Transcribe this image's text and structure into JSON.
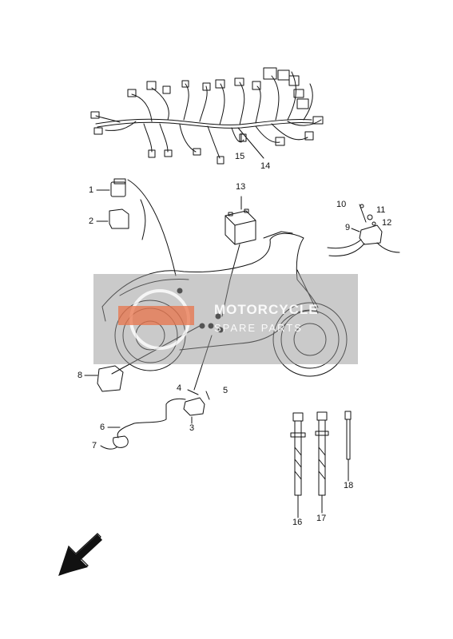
{
  "callouts": {
    "c1": "1",
    "c2": "2",
    "c3": "3",
    "c4": "4",
    "c5": "5",
    "c6": "6",
    "c7": "7",
    "c8": "8",
    "c9": "9",
    "c10": "10",
    "c11": "11",
    "c12": "12",
    "c13": "13",
    "c14": "14",
    "c15": "15",
    "c16": "16",
    "c17": "17",
    "c18": "18"
  },
  "watermark": {
    "line1": "MOTORCYCLE",
    "line2": "SPARE PARTS"
  },
  "colors": {
    "line": "#111111",
    "watermark_box": "#969696",
    "watermark_logo": "#e8734a"
  },
  "icons": {
    "direction_arrow": "front-direction-arrow-icon"
  }
}
